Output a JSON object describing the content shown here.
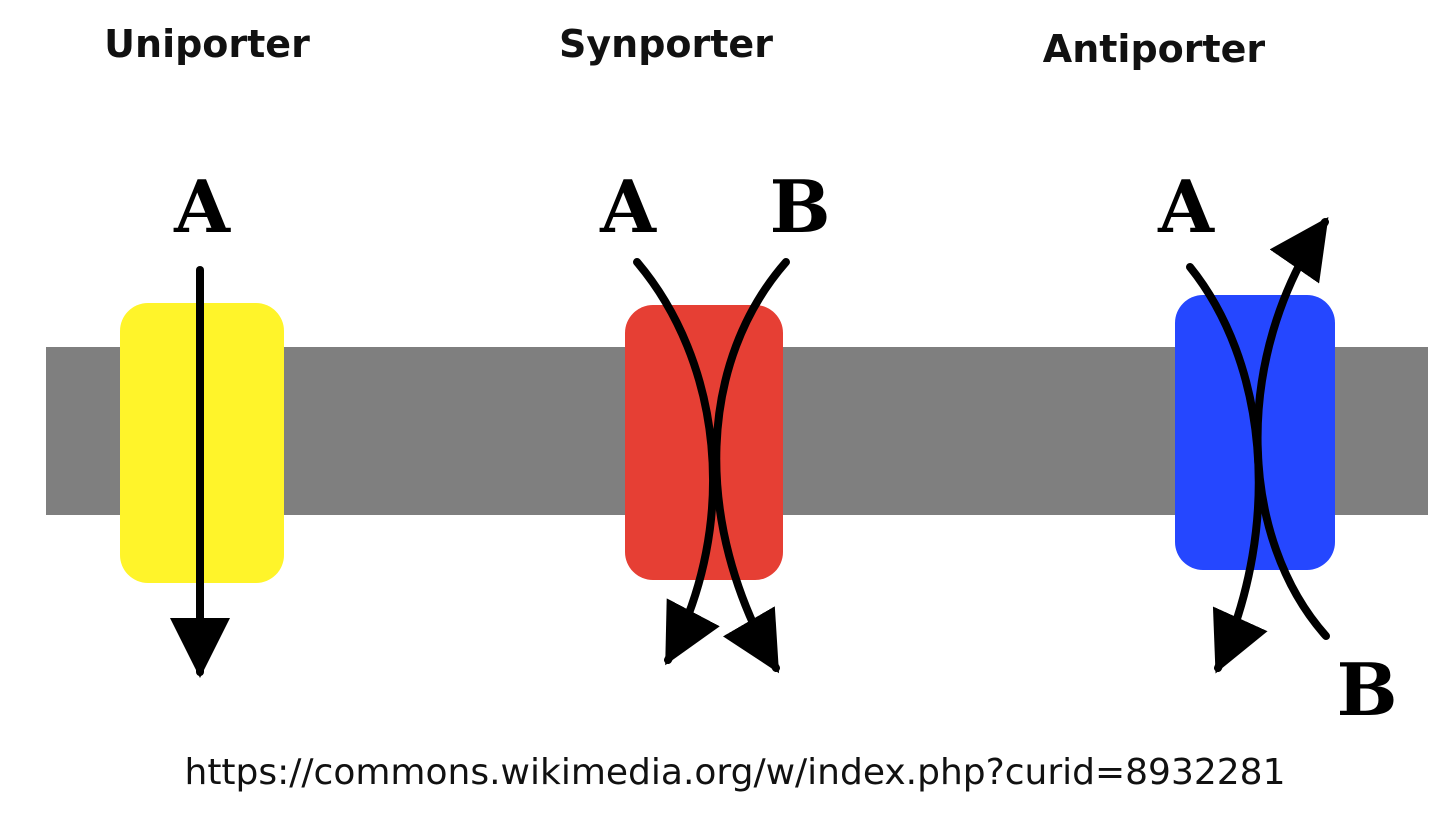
{
  "transporters": [
    {
      "title": "Uniporter",
      "color": "#FFF42A",
      "substances": [
        "A"
      ]
    },
    {
      "title": "Synporter",
      "color": "#E63F34",
      "substances": [
        "A",
        "B"
      ]
    },
    {
      "title": "Antiporter",
      "color": "#2547FF",
      "substances": [
        "A",
        "B"
      ]
    }
  ],
  "membrane_color": "#7F7F7F",
  "credit": "https://commons.wikimedia.org/w/index.php?curid=8932281"
}
